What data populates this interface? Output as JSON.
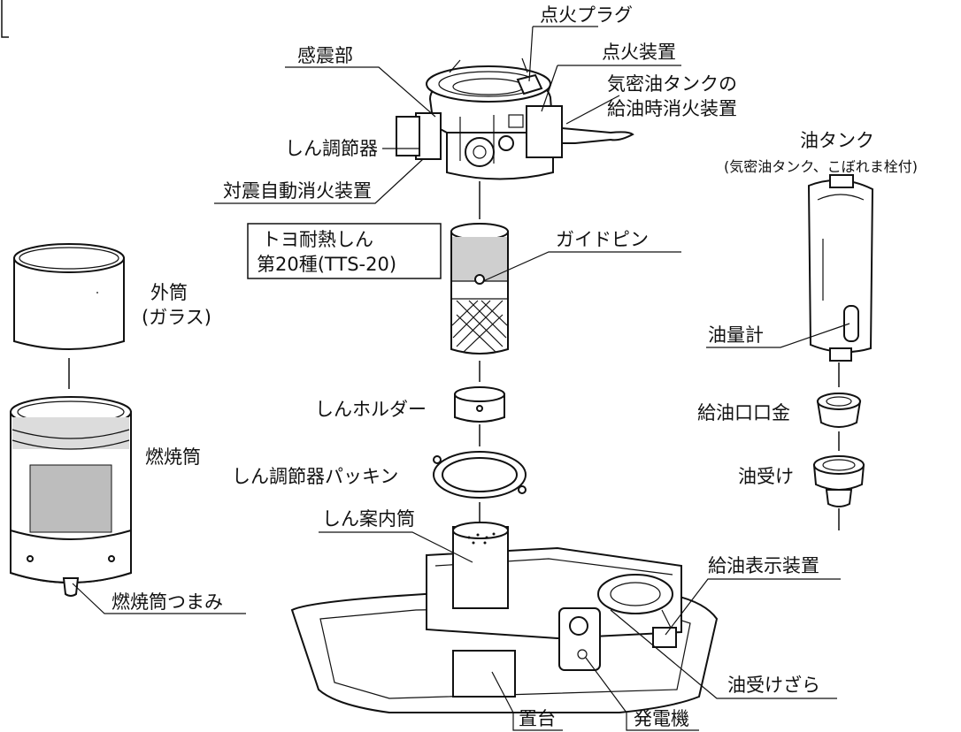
{
  "labels": {
    "ignition_plug": "点火プラグ",
    "ignition_device": "点火装置",
    "seismic_sensor": "感震部",
    "airtight_tank_extinguisher_line1": "気密油タンクの",
    "airtight_tank_extinguisher_line2": "給油時消火装置",
    "wick_adjuster": "しん調節器",
    "seismic_extinguisher": "対震自動消火装置",
    "wick_name_line1": "トヨ耐熱しん",
    "wick_name_line2": "第20種(TTS-20)",
    "guide_pin": "ガイドピン",
    "oil_tank": "油タンク",
    "oil_tank_note": "(気密油タンク、こぼれま栓付)",
    "outer_cylinder_line1": "外筒",
    "outer_cylinder_line2": "(ガラス)",
    "oil_gauge": "油量計",
    "wick_holder": "しんホルダー",
    "fuel_cap": "給油口口金",
    "combustion_cylinder": "燃焼筒",
    "wick_adjuster_packing": "しん調節器パッキン",
    "oil_receiver": "油受け",
    "wick_guide_cylinder": "しん案内筒",
    "refuel_indicator": "給油表示装置",
    "combustion_knob": "燃焼筒つまみ",
    "oil_tray": "油受けざら",
    "base": "置台",
    "generator": "発電機"
  }
}
